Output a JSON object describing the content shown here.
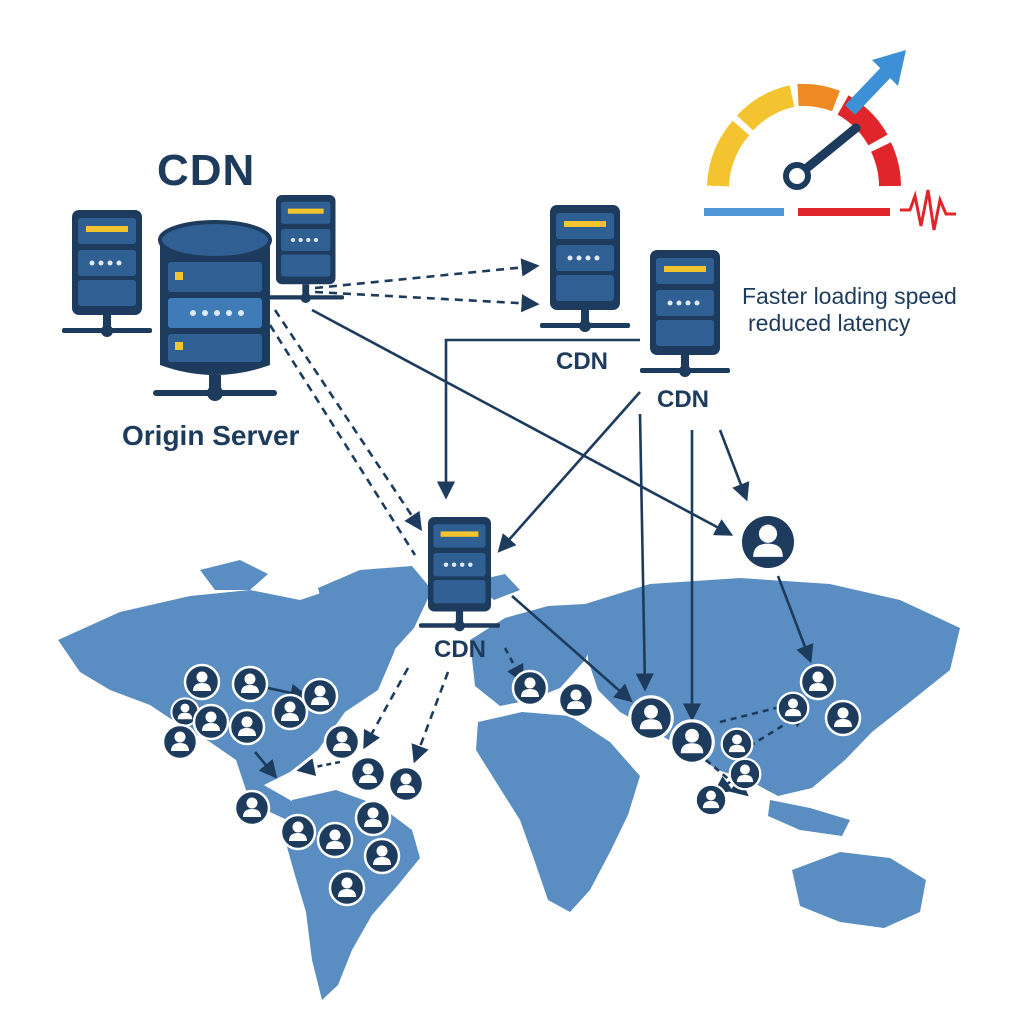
{
  "diagram": {
    "title": "CDN",
    "origin_label": "Origin Server",
    "cdn_node_labels": [
      "CDN",
      "CDN",
      "CDN"
    ],
    "benefit_lines": [
      "Faster loading speed",
      "reduced latency"
    ],
    "icons": {
      "server": "server-icon",
      "database": "database-server-icon",
      "user": "user-icon",
      "speedometer": "speedometer-icon",
      "map": "world-map"
    },
    "colors": {
      "navy": "#1d3b5c",
      "server_face": "#2f5f93",
      "map": "#5a8ec2",
      "arrow": "#1d3b5c",
      "gauge_yellow": "#f4c430",
      "gauge_orange": "#ef8a22",
      "gauge_red": "#e0262a",
      "speed_arrow": "#3d8fd6"
    }
  }
}
